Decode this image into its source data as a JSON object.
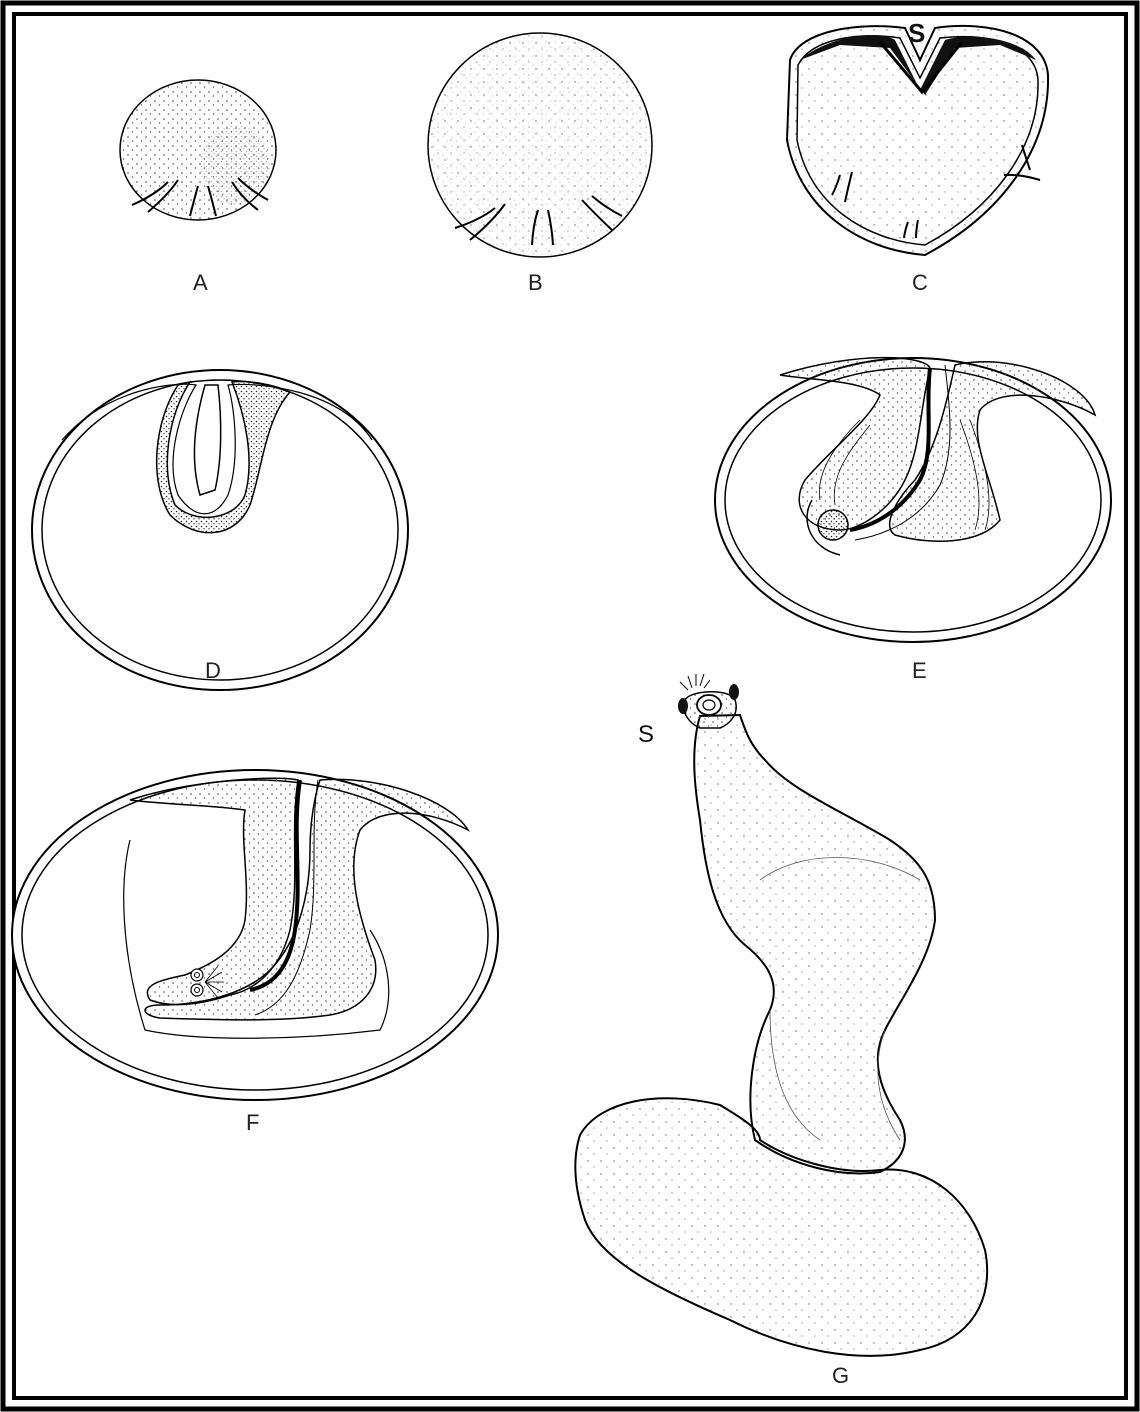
{
  "figure": {
    "panels": [
      {
        "id": "A",
        "label": "A"
      },
      {
        "id": "B",
        "label": "B"
      },
      {
        "id": "C",
        "label": "C",
        "annotation": "S"
      },
      {
        "id": "D",
        "label": "D"
      },
      {
        "id": "E",
        "label": "E"
      },
      {
        "id": "F",
        "label": "F"
      },
      {
        "id": "G",
        "label": "G",
        "annotation": "S"
      }
    ]
  }
}
